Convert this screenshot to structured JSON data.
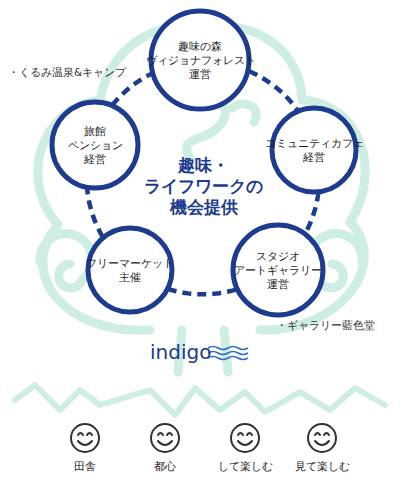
{
  "diagram": {
    "nodes": [
      {
        "text": [
          "趣味の森 ヴィジョナフォレスト 運営"
        ]
      },
      {
        "text": [
          "コミュニティカフェ 経営"
        ]
      },
      {
        "text": [
          "スタジオ アートギャラリー 運営"
        ]
      },
      {
        "text": [
          "フリーマーケット 主催"
        ]
      },
      {
        "text": [
          "旅館 ペンション 経営"
        ]
      }
    ],
    "edges": [
      {
        "from": 0,
        "to": 1,
        "arrow": "none"
      },
      {
        "from": 1,
        "to": 2,
        "arrow": "none"
      },
      {
        "from": 2,
        "to": 3,
        "arrow": "none"
      },
      {
        "from": 3,
        "to": 4,
        "arrow": "none"
      },
      {
        "from": 4,
        "to": 0,
        "arrow": "none"
      }
    ],
    "labels": [
      "・くるみ温泉&キャンプ",
      "趣味・ ライフワークの 機会提供",
      "・ギャラリー藍色堂",
      "indigo",
      "田舎",
      "都心",
      "して楽しむ",
      "見て楽しむ"
    ]
  }
}
